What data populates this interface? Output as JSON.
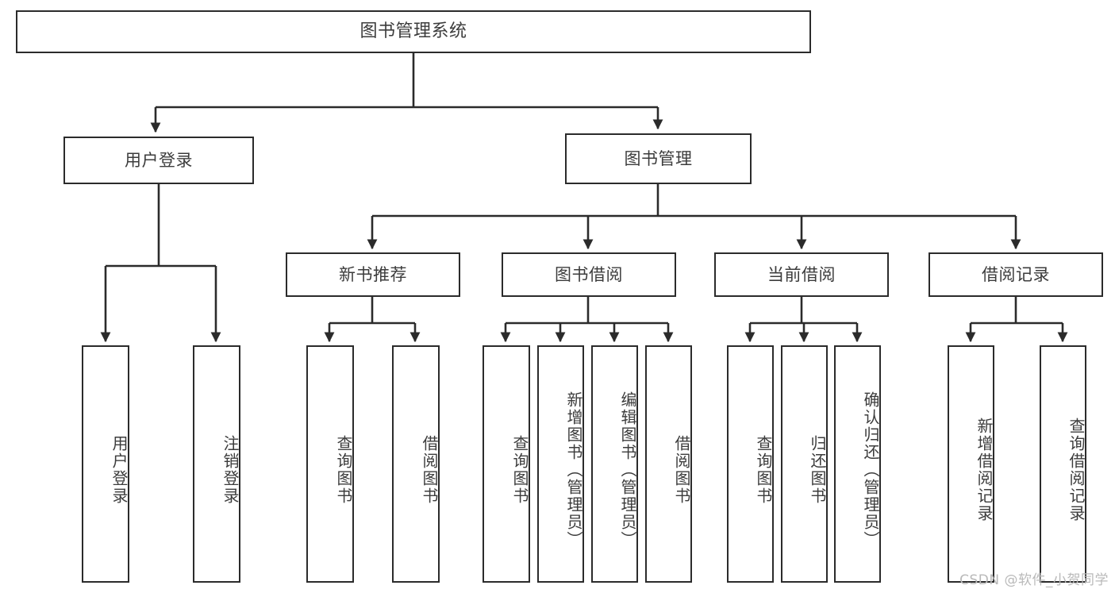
{
  "diagram": {
    "type": "tree-hierarchy",
    "title": "图书管理系统",
    "watermark": "CSDN @软件_小贺同学",
    "colors": {
      "stroke": "#2b2b2b",
      "text": "#3c3c3c",
      "background": "#ffffff",
      "watermark": "#b9b9b9"
    },
    "nodes": {
      "root": "图书管理系统",
      "level1": [
        "用户登录",
        "图书管理"
      ],
      "level2": [
        "新书推荐",
        "图书借阅",
        "当前借阅",
        "借阅记录"
      ],
      "leaves": {
        "user_login": [
          "用户登录",
          "注销登录"
        ],
        "new_book_recommend": [
          "查询图书",
          "借阅图书"
        ],
        "book_borrow": [
          "查询图书",
          "新增图书（管理员）",
          "编辑图书（管理员）",
          "借阅图书"
        ],
        "current_borrow": [
          "查询图书",
          "归还图书",
          "确认归还（管理员）"
        ],
        "borrow_record": [
          "新增借阅记录",
          "查询借阅记录"
        ]
      }
    }
  }
}
